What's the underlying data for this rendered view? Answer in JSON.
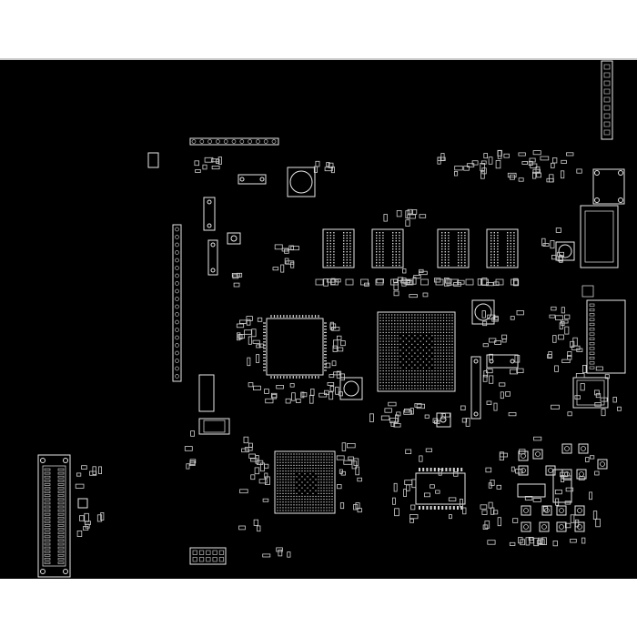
{
  "viewer": {
    "background": "#000000",
    "frame_color": "#ffffff",
    "outline_color": "#e8e8e8"
  },
  "board": {
    "bga_chip_count": 2,
    "memory_chip_count": 4,
    "qfp_chip_count": 1,
    "connector_count": 3
  }
}
